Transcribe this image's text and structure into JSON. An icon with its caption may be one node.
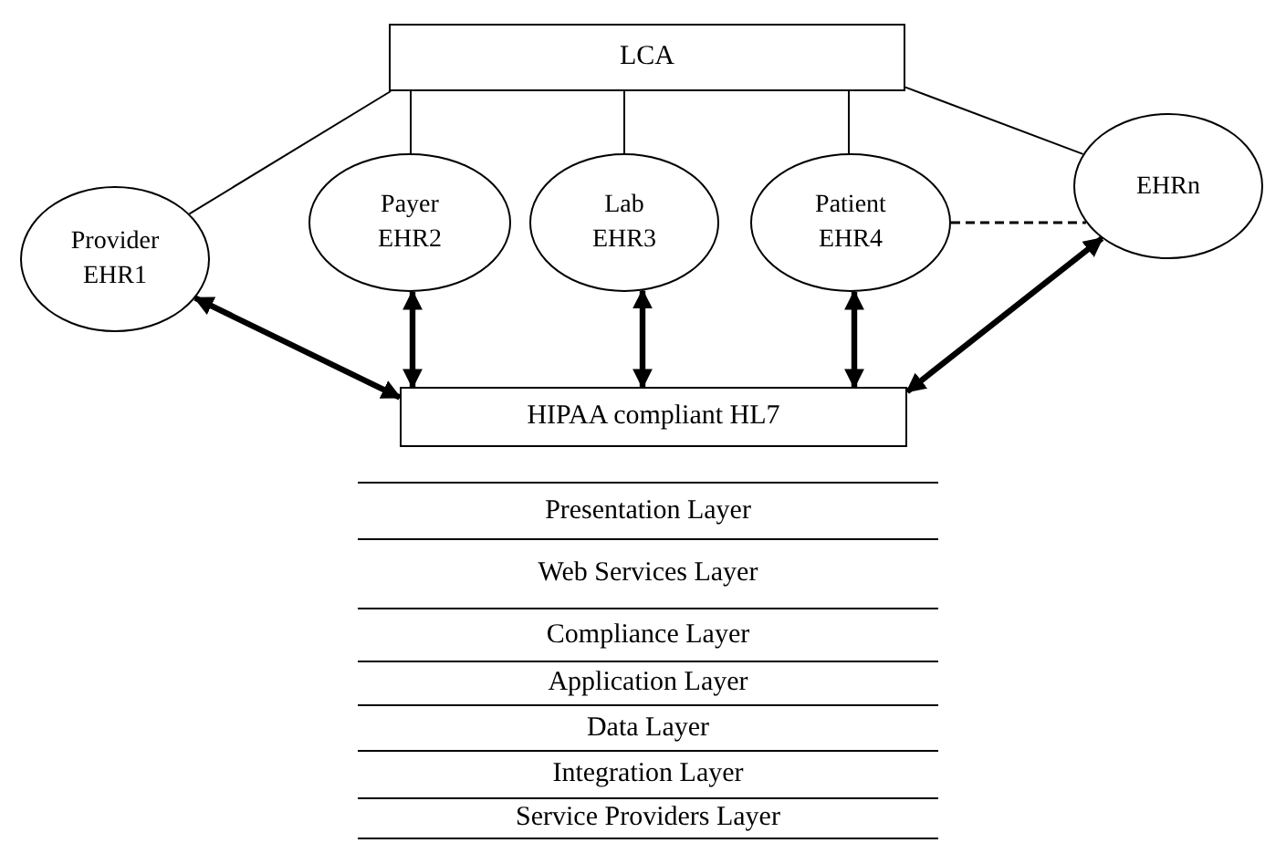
{
  "diagram": {
    "nodes": [
      {
        "text": [
          "LCA"
        ]
      },
      {
        "text": [
          "Provider EHR1"
        ]
      },
      {
        "text": [
          "Payer EHR2"
        ]
      },
      {
        "text": [
          "Lab EHR3"
        ]
      },
      {
        "text": [
          "Patient EHR4"
        ]
      },
      {
        "text": [
          "EHRn"
        ]
      },
      {
        "text": [
          "HIPAA compliant HL7"
        ]
      },
      {
        "text": [
          "Presentation Layer"
        ]
      },
      {
        "text": [
          "Web Services Layer"
        ]
      },
      {
        "text": [
          "Compliance Layer"
        ]
      },
      {
        "text": [
          "Application Layer"
        ]
      },
      {
        "text": [
          "Data Layer"
        ]
      },
      {
        "text": [
          "Integration Layer"
        ]
      },
      {
        "text": [
          "Service Providers Layer"
        ]
      }
    ],
    "edges": [
      {
        "from": 0,
        "to": 1,
        "arrow": "none"
      },
      {
        "from": 0,
        "to": 2,
        "arrow": "none"
      },
      {
        "from": 0,
        "to": 3,
        "arrow": "none"
      },
      {
        "from": 0,
        "to": 4,
        "arrow": "none"
      },
      {
        "from": 0,
        "to": 5,
        "arrow": "none"
      },
      {
        "from": 4,
        "to": 5,
        "arrow": "none",
        "style": "dashed"
      },
      {
        "from": 1,
        "to": 6,
        "arrow": "both",
        "style": "thick"
      },
      {
        "from": 2,
        "to": 6,
        "arrow": "both",
        "style": "thick"
      },
      {
        "from": 3,
        "to": 6,
        "arrow": "both",
        "style": "thick"
      },
      {
        "from": 4,
        "to": 6,
        "arrow": "both",
        "style": "thick"
      },
      {
        "from": 5,
        "to": 6,
        "arrow": "both",
        "style": "thick"
      }
    ]
  }
}
